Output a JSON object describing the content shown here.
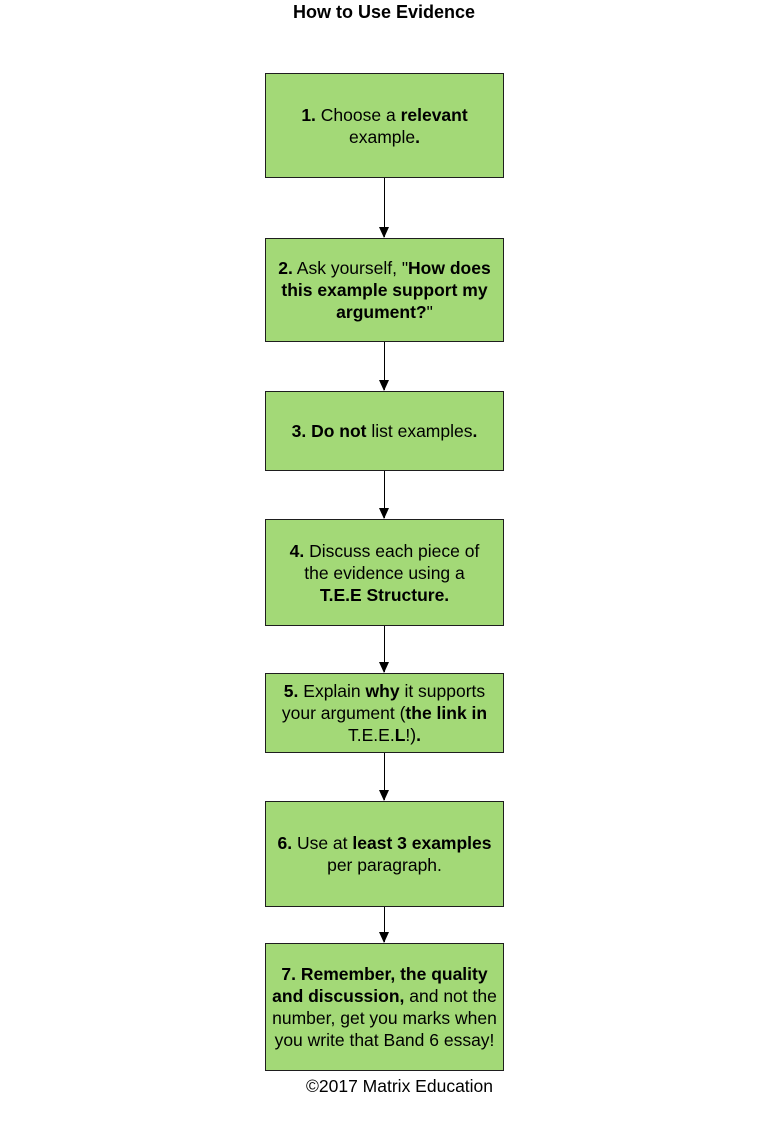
{
  "title": "How to Use Evidence",
  "steps": [
    {
      "segments": [
        {
          "text": "1.",
          "bold": true
        },
        {
          "text": " Choose a ",
          "bold": false
        },
        {
          "text": "relevant",
          "bold": true
        },
        {
          "text": " example",
          "bold": false
        },
        {
          "text": ".",
          "bold": true
        }
      ]
    },
    {
      "segments": [
        {
          "text": "2.",
          "bold": true
        },
        {
          "text": " Ask yourself, \"",
          "bold": false
        },
        {
          "text": "How does this example support my argument?",
          "bold": true
        },
        {
          "text": "\"",
          "bold": false
        }
      ]
    },
    {
      "segments": [
        {
          "text": "3. Do not",
          "bold": true
        },
        {
          "text": " list examples",
          "bold": false
        },
        {
          "text": ".",
          "bold": true
        }
      ]
    },
    {
      "segments": [
        {
          "text": "4.",
          "bold": true
        },
        {
          "text": " Discuss each piece of the evidence using a ",
          "bold": false
        },
        {
          "text": "T.E.E Structure.",
          "bold": true
        }
      ]
    },
    {
      "segments": [
        {
          "text": "5.",
          "bold": true
        },
        {
          "text": "  Explain ",
          "bold": false
        },
        {
          "text": "why",
          "bold": true
        },
        {
          "text": " it supports your argument (",
          "bold": false
        },
        {
          "text": "the link in",
          "bold": true
        },
        {
          "text": " T.E.E.",
          "bold": false
        },
        {
          "text": "L",
          "bold": true
        },
        {
          "text": "!)",
          "bold": false
        },
        {
          "text": ".",
          "bold": true
        }
      ]
    },
    {
      "segments": [
        {
          "text": "6.",
          "bold": true
        },
        {
          "text": " Use at ",
          "bold": false
        },
        {
          "text": "least 3 examples",
          "bold": true
        },
        {
          "text": " per paragraph.",
          "bold": false
        }
      ]
    },
    {
      "segments": [
        {
          "text": "7. Remember, the quality and discussion,",
          "bold": true
        },
        {
          "text": " and not the number, get you marks when you write that Band 6 essay!",
          "bold": false
        }
      ]
    }
  ],
  "footer": "©2017 Matrix Education",
  "colors": {
    "box_fill": "#a3d977",
    "box_border": "#1e1e1e",
    "arrow": "#000000"
  }
}
